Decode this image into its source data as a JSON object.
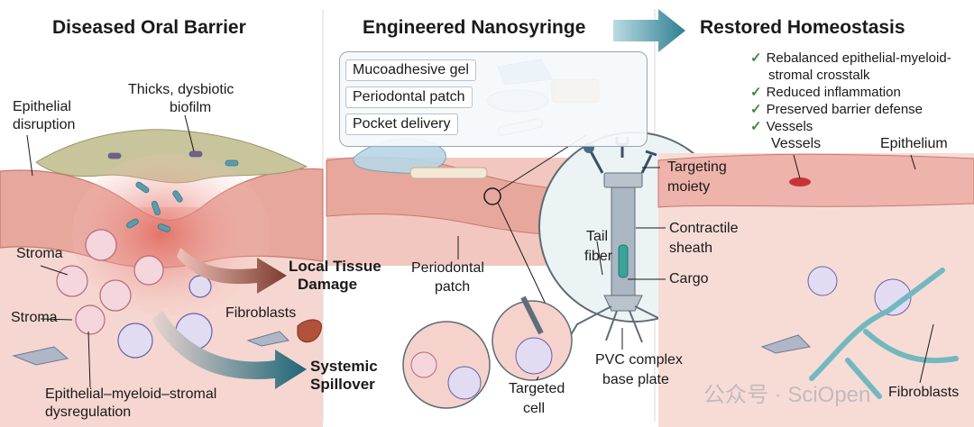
{
  "panels": {
    "left_title": "Diseased Oral Barrier",
    "middle_title": "Engineered Nanosyringe",
    "right_title": "Restored Homeostasis"
  },
  "left": {
    "epithelial_disruption": [
      "Epithelial",
      "disruption"
    ],
    "biofilm": [
      "Thicks, dysbiotic",
      "biofilm"
    ],
    "stroma_top": "Stroma",
    "stroma_bottom": "Stroma",
    "fibroblasts": "Fibroblasts",
    "local_damage": [
      "Local Tissue",
      "Damage"
    ],
    "systemic": [
      "Systemic",
      "Spillover"
    ],
    "dysregulation": [
      "Epithelial–myeloid–stromal",
      "dysregulation"
    ]
  },
  "middle": {
    "delivery_options": [
      "Mucoadhesive gel",
      "Periodontal patch",
      "Pocket delivery"
    ],
    "periodontal_patch": [
      "Periodontal",
      "patch"
    ],
    "targeting_moiety": [
      "Targeting",
      "moiety"
    ],
    "contractile_sheath": [
      "Contractile",
      "sheath"
    ],
    "tail_fiber": [
      "Tail",
      "fiber"
    ],
    "cargo": "Cargo",
    "base_plate": [
      "PVC complex",
      "base plate"
    ],
    "targeted_cell": [
      "Targeted",
      "cell"
    ]
  },
  "right": {
    "checklist": [
      "Rebalanced epithelial-myeloid-",
      "stromal crosstalk",
      "Reduced inflammation",
      "Preserved barrier defense",
      "Vessels"
    ],
    "vessels": "Vessels",
    "epithelium": "Epithelium",
    "fibroblasts": "Fibroblasts"
  },
  "watermark": "公众号 · SciOpen",
  "colors": {
    "stroma": "#f3c9c4",
    "epithelium": "#e9a8a0",
    "biofilm": "#c9c59a",
    "arrow_teal": "#3f8a9a",
    "arrow_dark": "#7a3a30",
    "syringe": "#9aa8b3"
  }
}
